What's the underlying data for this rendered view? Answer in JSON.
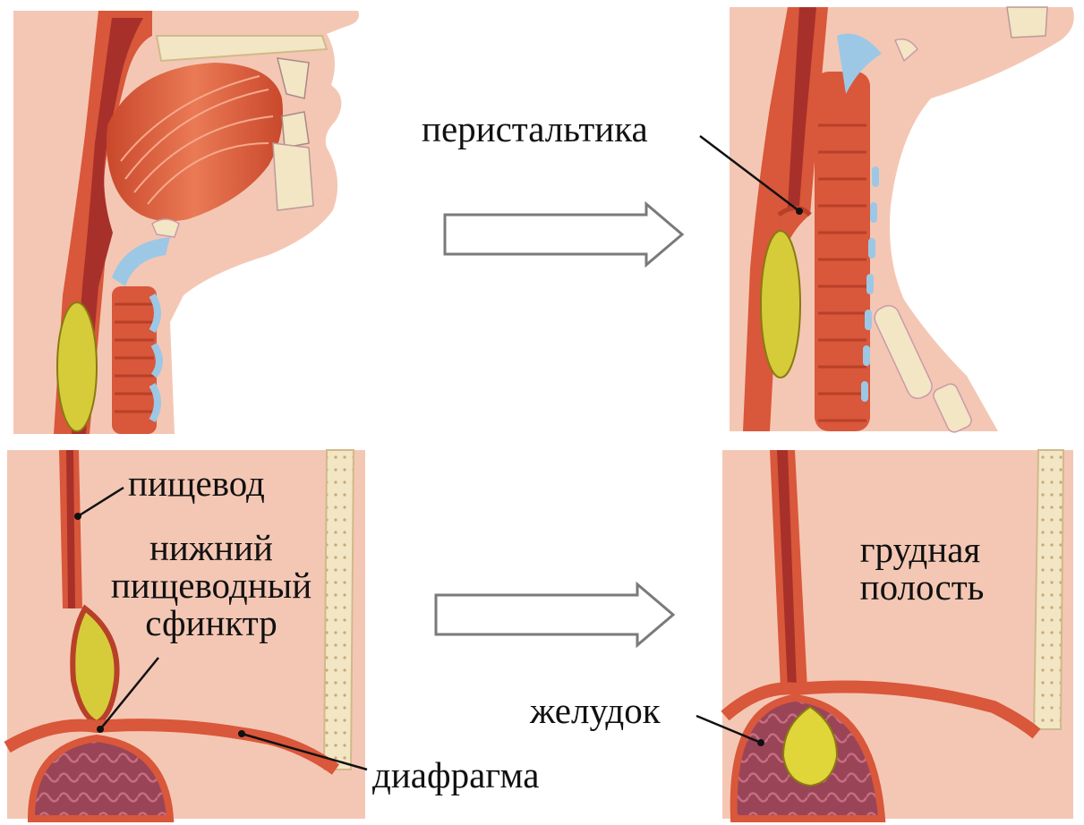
{
  "labels": {
    "peristalsis": "перистальтика",
    "esophagus": "пищевод",
    "lower_sphincter_line1": "нижний",
    "lower_sphincter_line2": "пищеводный",
    "lower_sphincter_line3": "сфинктр",
    "diaphragm": "диафрагма",
    "thoracic_cavity_line1": "грудная",
    "thoracic_cavity_line2": "полость",
    "stomach": "желудок"
  },
  "colors": {
    "skin": "#f4c7b4",
    "muscle": "#e0623e",
    "muscle_dark": "#b84028",
    "lumen": "#a8302a",
    "bolus": "#d6cc3a",
    "cartilage": "#9cc8e6",
    "bone": "#f2e6c4",
    "stomach": "#9c4a5c",
    "arrow_stroke": "#7a7a7a"
  }
}
